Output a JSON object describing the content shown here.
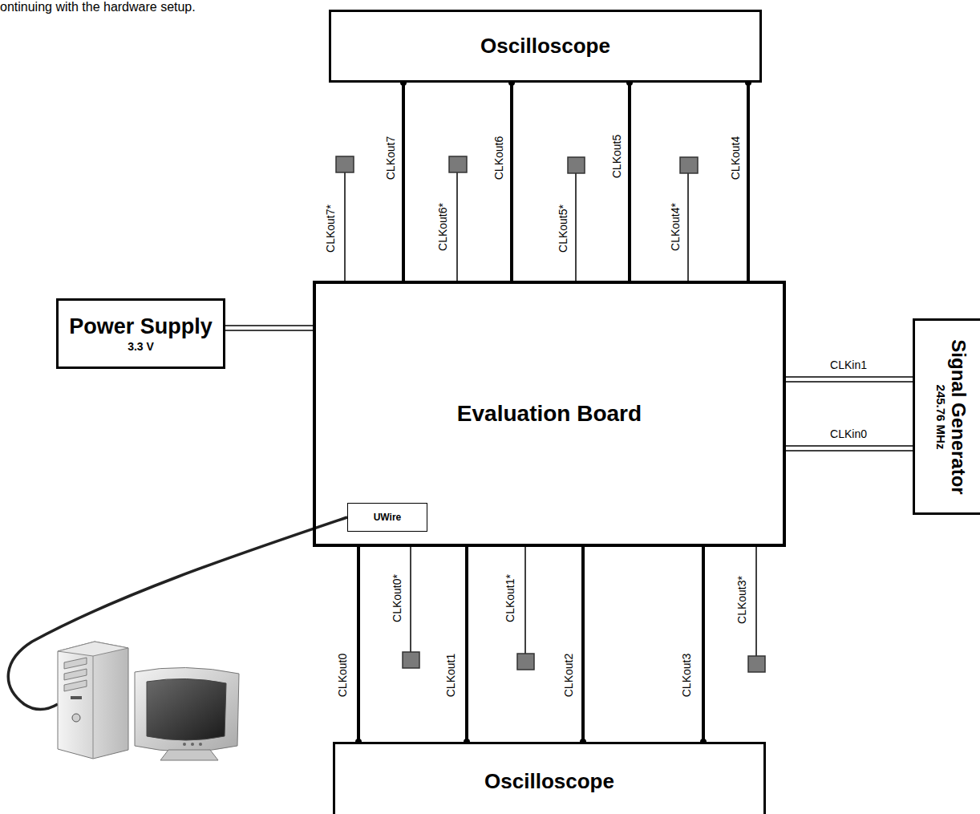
{
  "diagram": {
    "nodes": [
      {
        "text": [
          "Oscilloscope"
        ]
      },
      {
        "text": [
          "Power Supply",
          "3.3 V"
        ]
      },
      {
        "text": [
          "Evaluation Board"
        ]
      },
      {
        "text": [
          "UWire"
        ],
        "in": 2
      },
      {
        "text": [
          "Signal Generator",
          "245.76 MHz"
        ]
      },
      {
        "text": [
          "Oscilloscope"
        ]
      }
    ],
    "edges": [
      {
        "from": 2,
        "to": 0,
        "arrow": "none",
        "label": "CLKout7"
      },
      {
        "from": 2,
        "to": 0,
        "arrow": "none",
        "label": "CLKout6"
      },
      {
        "from": 2,
        "to": 0,
        "arrow": "none",
        "label": "CLKout5"
      },
      {
        "from": 2,
        "to": 0,
        "arrow": "none",
        "label": "CLKout4"
      },
      {
        "from": 2,
        "to": 5,
        "arrow": "none",
        "label": "CLKout0"
      },
      {
        "from": 2,
        "to": 5,
        "arrow": "none",
        "label": "CLKout1"
      },
      {
        "from": 2,
        "to": 5,
        "arrow": "none",
        "label": "CLKout2"
      },
      {
        "from": 2,
        "to": 5,
        "arrow": "none",
        "label": "CLKout3"
      },
      {
        "from": 1,
        "to": 2,
        "arrow": "none"
      },
      {
        "from": 4,
        "to": 2,
        "arrow": "none",
        "label": "CLKin1"
      },
      {
        "from": 4,
        "to": 2,
        "arrow": "none",
        "label": "CLKin0"
      }
    ],
    "labels": [
      "ontinuing with the hardware setup.",
      "CLKout7*",
      "CLKout6*",
      "CLKout5*",
      "CLKout4*",
      "CLKout0*",
      "CLKout1*",
      "CLKout3*"
    ]
  }
}
